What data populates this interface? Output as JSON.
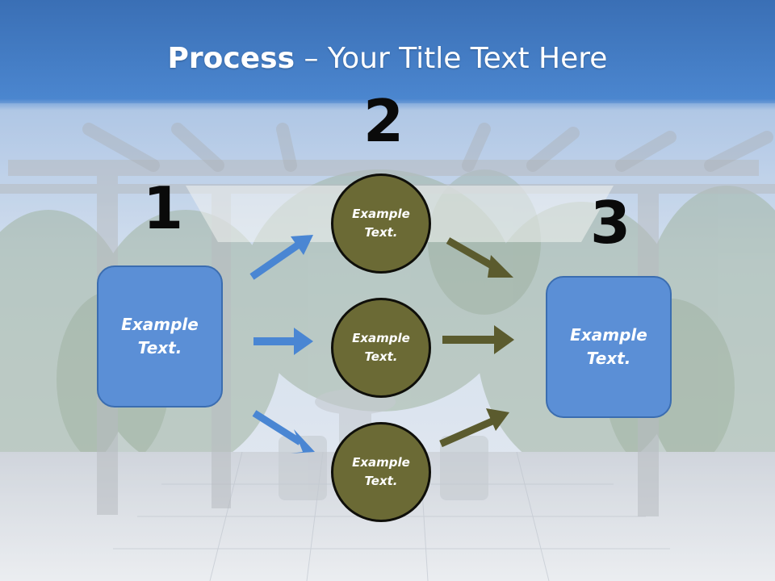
{
  "title": {
    "bold": "Process",
    "rest": " – Your Title Text Here"
  },
  "steps": [
    {
      "number": "1",
      "text_line1": "Example",
      "text_line2": "Text."
    },
    {
      "number": "2"
    },
    {
      "number": "3",
      "text_line1": "Example",
      "text_line2": "Text."
    }
  ],
  "circles": [
    {
      "line1": "Example",
      "line2": "Text."
    },
    {
      "line1": "Example",
      "line2": "Text."
    },
    {
      "line1": "Example",
      "line2": "Text."
    }
  ],
  "colors": {
    "blue": "#5b8fd6",
    "olive": "#6b6a35",
    "arrow_blue": "#4a86d3",
    "arrow_olive": "#5b5b2e"
  }
}
